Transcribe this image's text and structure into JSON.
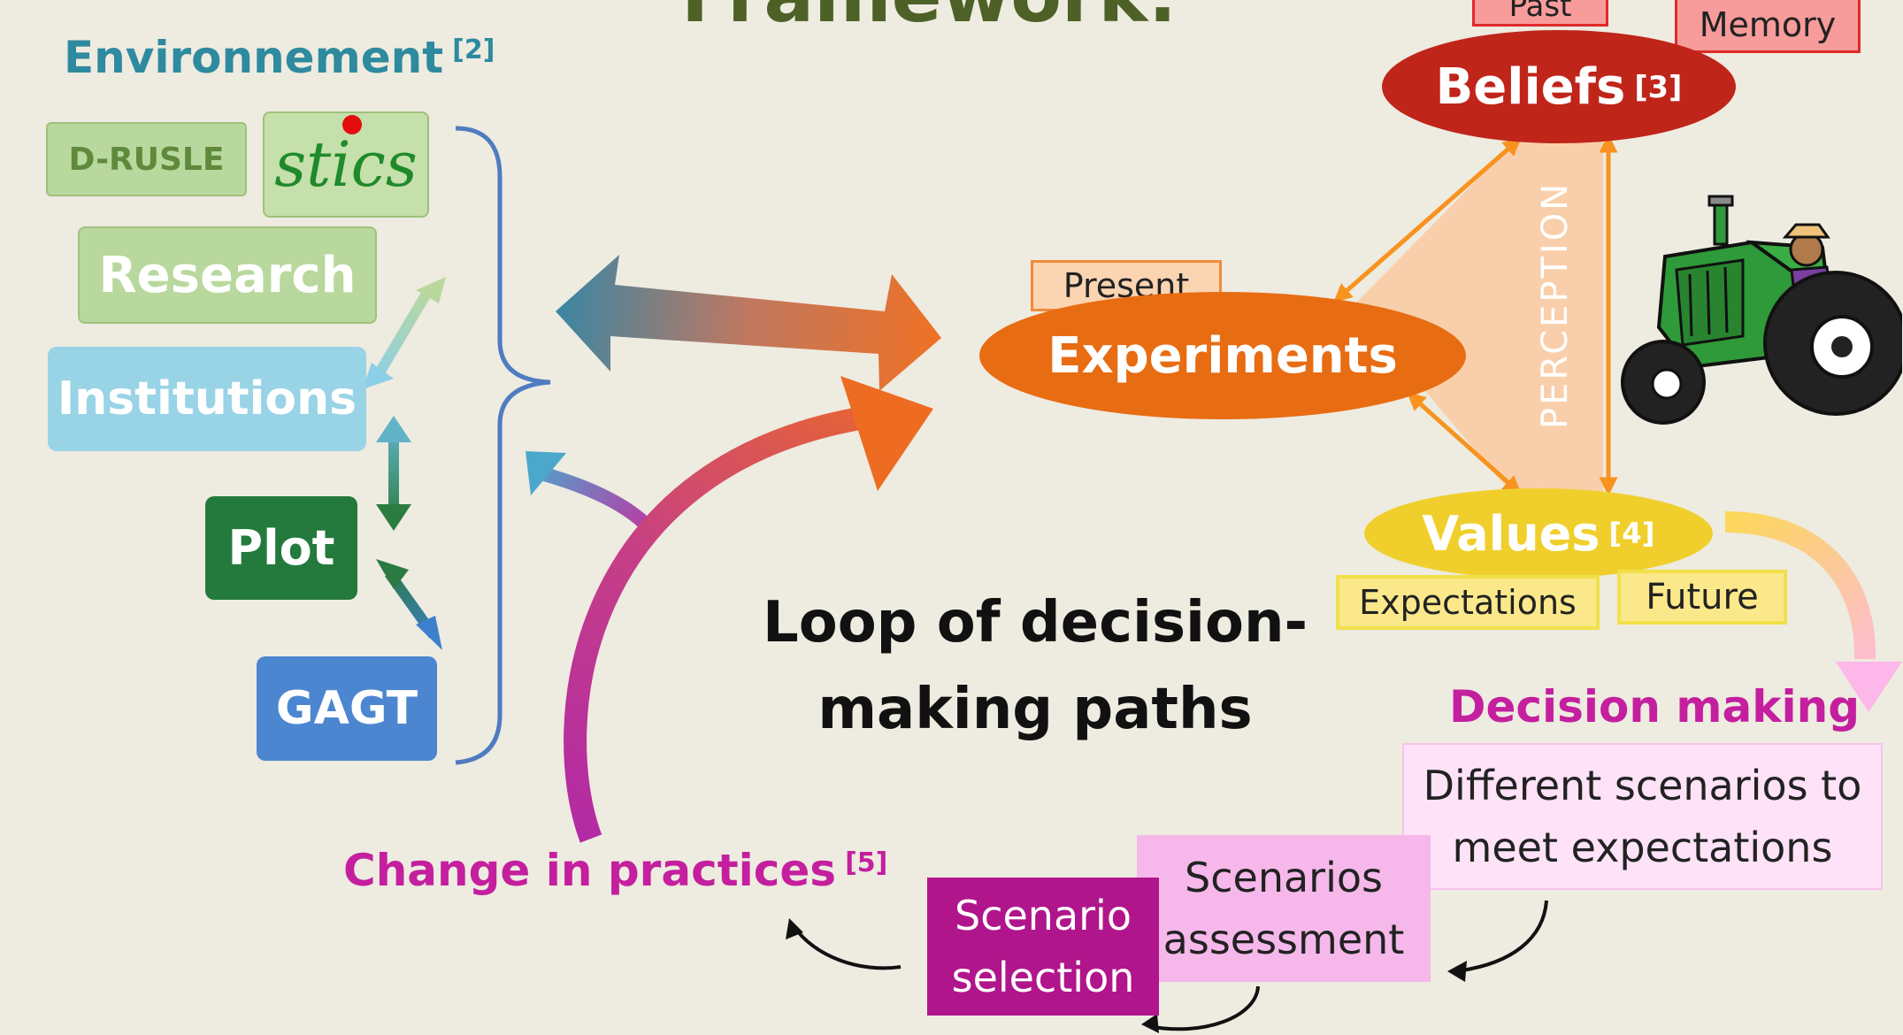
{
  "title_fragment": "Framework:",
  "environment": {
    "label": "Environnement",
    "ref": "[2]",
    "items": {
      "drusle": "D-RUSLE",
      "stics": "stics",
      "research": "Research",
      "institutions": "Institutions",
      "plot": "Plot",
      "gagt": "GAGT"
    }
  },
  "beliefs": {
    "label": "Beliefs",
    "ref": "[3]",
    "tag_past": "Past",
    "tag_memory": "Memory"
  },
  "experiments": {
    "label": "Experiments",
    "tag_present": "Present"
  },
  "values": {
    "label": "Values",
    "ref": "[4]",
    "tag_expectations": "Expectations",
    "tag_future": "Future"
  },
  "perception": "PERCEPTION",
  "loop_title": {
    "line1": "Loop of decision-",
    "line2": "making paths"
  },
  "decision": {
    "label": "Decision making",
    "line1": "Different scenarios to",
    "line2": "meet expectations"
  },
  "assessment": {
    "line1": "Scenarios",
    "line2": "assessment"
  },
  "selection": {
    "line1": "Scenario",
    "line2": "selection"
  },
  "change": {
    "label": "Change in practices",
    "ref": "[5]"
  },
  "colors": {
    "background": "#eeebe1",
    "environment_text": "#2e8a9e",
    "beliefs": "#c0251a",
    "experiments": "#e86c12",
    "values": "#f0cf2c",
    "perception_fill": "#f9cfab",
    "decision_magenta": "#c41f9e",
    "selection_box": "#b0158c",
    "assessment_box": "#f6b8ea",
    "tractor_green": "#2f9a3a"
  },
  "icons": [
    "stics-logo",
    "tractor-farmer-icon"
  ]
}
